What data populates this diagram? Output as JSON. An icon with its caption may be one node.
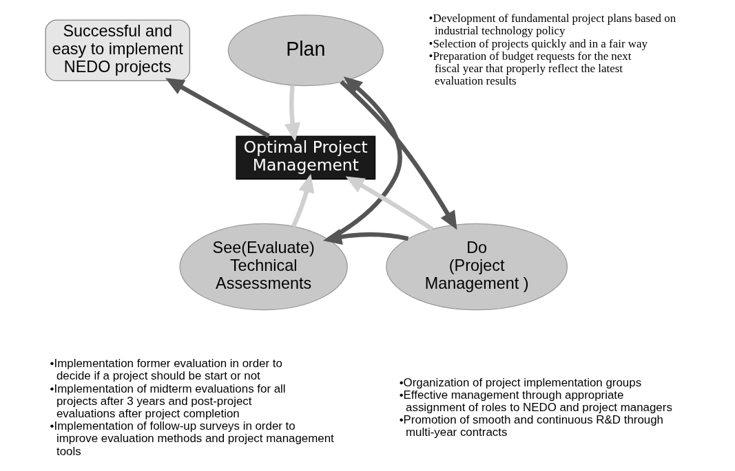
{
  "diagram": {
    "nodes": [
      {
        "text": [
          "Successful and easy to implement NEDO projects"
        ]
      },
      {
        "text": [
          "Plan"
        ],
        "beside": [
          "•Development of fundamental project plans based on industrial technology policy",
          "•Selection of projects quickly and in a fair way",
          "•Preparation of budget requests for the next fiscal year that properly reflect the latest evaluation results"
        ]
      },
      {
        "text": [
          "Optimal Project Management"
        ]
      },
      {
        "text": [
          "See(Evaluate) Technical Assessments"
        ],
        "beside": [
          "•Implementation former evaluation in order to decide if a project should be start or not",
          "•Implementation of midterm evaluations for all projects after 3 years and post-project evaluations after project completion",
          "•Implementation of follow-up surveys in order to improve evaluation methods and project management tools"
        ]
      },
      {
        "text": [
          "Do",
          "(Project Management )"
        ],
        "beside": [
          "•Organization of project implementation groups",
          "•Effective management through appropriate assignment of roles to NEDO and project managers",
          "•Promotion of smooth and continuous R&D through multi-year contracts"
        ]
      }
    ],
    "edges": [
      {
        "from": 1,
        "to": 4,
        "arrow": "to"
      },
      {
        "from": 4,
        "to": 3,
        "arrow": "to"
      },
      {
        "from": 3,
        "to": 1,
        "arrow": "to"
      },
      {
        "from": 2,
        "to": 0,
        "arrow": "to"
      },
      {
        "from": 1,
        "to": 2,
        "arrow": "to",
        "color": "#d0d0d0"
      },
      {
        "from": 4,
        "to": 2,
        "arrow": "to",
        "color": "#d0d0d0"
      },
      {
        "from": 3,
        "to": 2,
        "arrow": "to",
        "color": "#d0d0d0"
      }
    ]
  }
}
